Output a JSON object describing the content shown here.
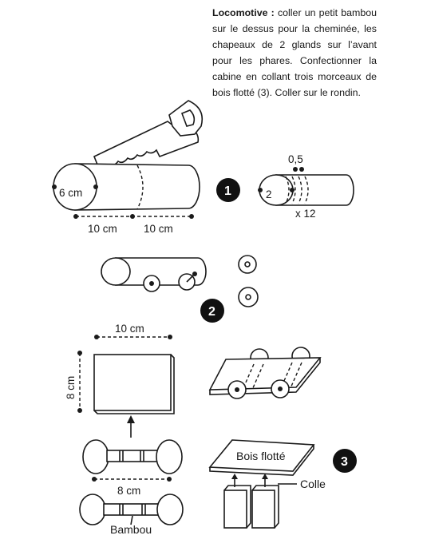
{
  "intro": {
    "title": "Locomotive :",
    "body": "coller un petit bambou sur le dessus pour la cheminée, les chapeaux de 2 glands sur l’avant pour les phares. Confectionner la cabine en collant trois morceaux de bois flotté (3). Coller sur le rondin."
  },
  "step1": {
    "badge": "1",
    "diameter_label": "6 cm",
    "len1_label": "10 cm",
    "len2_label": "10 cm",
    "slice_label": "0,5",
    "small_diameter_label": "2",
    "count_label": "x 12"
  },
  "step2": {
    "badge": "2"
  },
  "step3": {
    "badge": "3",
    "width_label": "10 cm",
    "height_label": "8 cm",
    "axle_label": "8 cm",
    "wood_label": "Bois flotté",
    "glue_label": "Colle",
    "bamboo_label": "Bambou"
  }
}
